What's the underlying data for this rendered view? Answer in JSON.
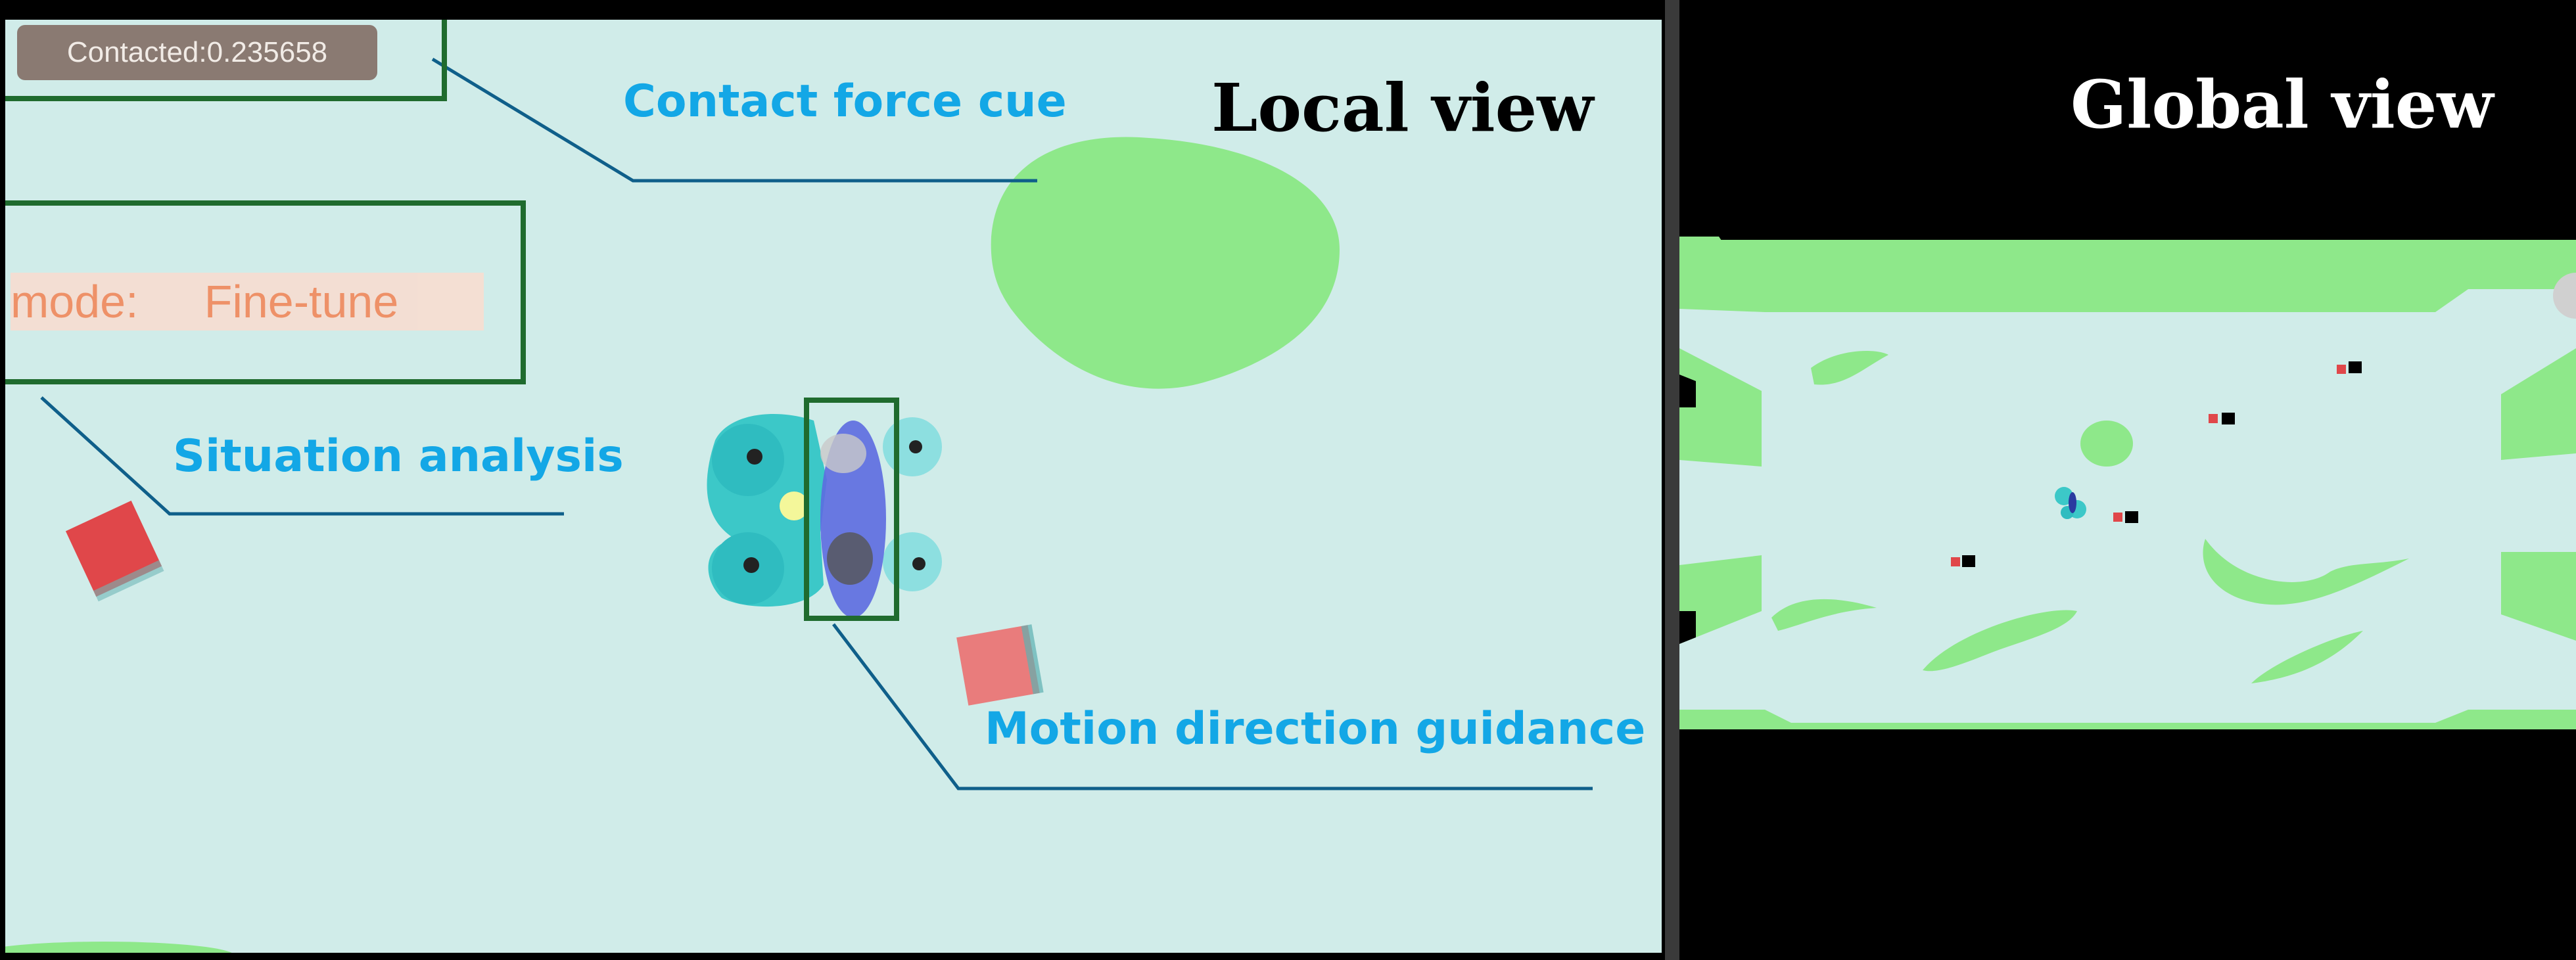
{
  "local_view": {
    "title": "Local view",
    "contact_status": "Contacted:0.235658",
    "mode_label": "mode:",
    "mode_value": "Fine-tune",
    "callouts": {
      "contact_force": "Contact force cue",
      "situation": "Situation analysis",
      "motion": "Motion direction guidance"
    }
  },
  "global_view": {
    "title": "Global view"
  },
  "colors": {
    "background": "#d0ece9",
    "obstacle": "#8ee88a",
    "callout_text": "#13a7e6",
    "highlight_box": "#1f6b2e",
    "robot": "#3cc8c8",
    "direction_guide": "#5c6be0"
  }
}
